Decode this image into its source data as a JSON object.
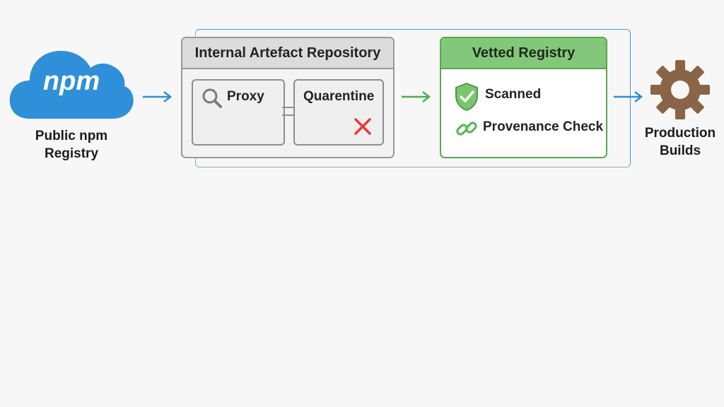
{
  "nodes": {
    "public_npm": {
      "logo_text": "npm",
      "label": "Public npm Registry"
    },
    "internal_repo": {
      "title": "Internal Artefact Repository",
      "proxy_label": "Proxy",
      "quarantine_label": "Quarentine"
    },
    "vetted": {
      "title": "Vetted Registry",
      "items": [
        {
          "label": "Scanned",
          "icon": "shield-check-icon"
        },
        {
          "label": "Provenance Check",
          "icon": "link-icon"
        }
      ]
    },
    "production": {
      "label": "Production Builds",
      "icon": "gear-icon"
    }
  },
  "colors": {
    "npm_blue": "#2f8fd8",
    "arrow_blue": "#2f8fd8",
    "arrow_green": "#4caf50",
    "vetted_green": "#82c77a",
    "vetted_border": "#58a94f",
    "reject_red": "#e53935",
    "gear_brown": "#8a6446"
  }
}
